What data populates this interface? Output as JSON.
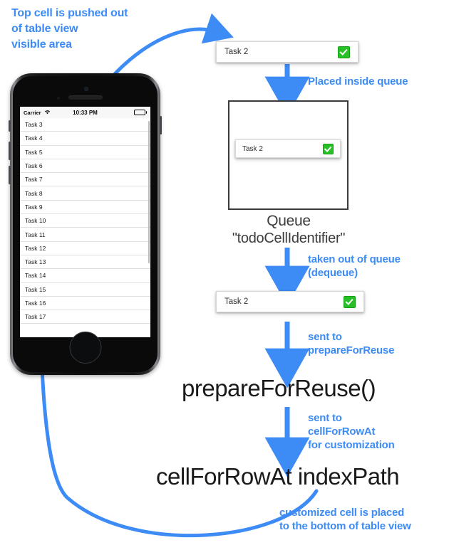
{
  "annotations": {
    "top_left": "Top cell is pushed out\nof table view\nvisible area",
    "placed_inside_queue": "Placed inside queue",
    "taken_out": "taken out of queue\n(dequeue)",
    "sent_to_prepare": "sent to\nprepareForReuse",
    "sent_to_cellforrow": "sent to\ncellForRowAt\nfor customization",
    "bottom": "customized cell is placed\nto the bottom of table view"
  },
  "stages": {
    "prepare_for_reuse": "prepareForReuse()",
    "cell_for_row_at": "cellForRowAt indexPath"
  },
  "queue": {
    "title": "Queue",
    "identifier": "\"todoCellIdentifier\""
  },
  "cells": {
    "pushed_out": {
      "title": "Task 2",
      "checked": true
    },
    "in_queue": {
      "title": "Task 2",
      "checked": true
    },
    "dequeued": {
      "title": "Task 2",
      "checked": true
    }
  },
  "phone": {
    "status_bar": {
      "carrier": "Carrier",
      "wifi_icon": "wifi-icon",
      "time": "10:33 PM",
      "battery_icon": "battery-icon"
    },
    "table_rows": [
      "Task 3",
      "Task 4",
      "Task 5",
      "Task 6",
      "Task 7",
      "Task 8",
      "Task 9",
      "Task 10",
      "Task 11",
      "Task 12",
      "Task 13",
      "Task 14",
      "Task 15",
      "Task 16",
      "Task 17"
    ]
  },
  "colors": {
    "accent_blue": "#3d8bf5",
    "check_green": "#27c127",
    "queue_border": "#3b3b3b",
    "label_black": "#1a1a1a"
  }
}
